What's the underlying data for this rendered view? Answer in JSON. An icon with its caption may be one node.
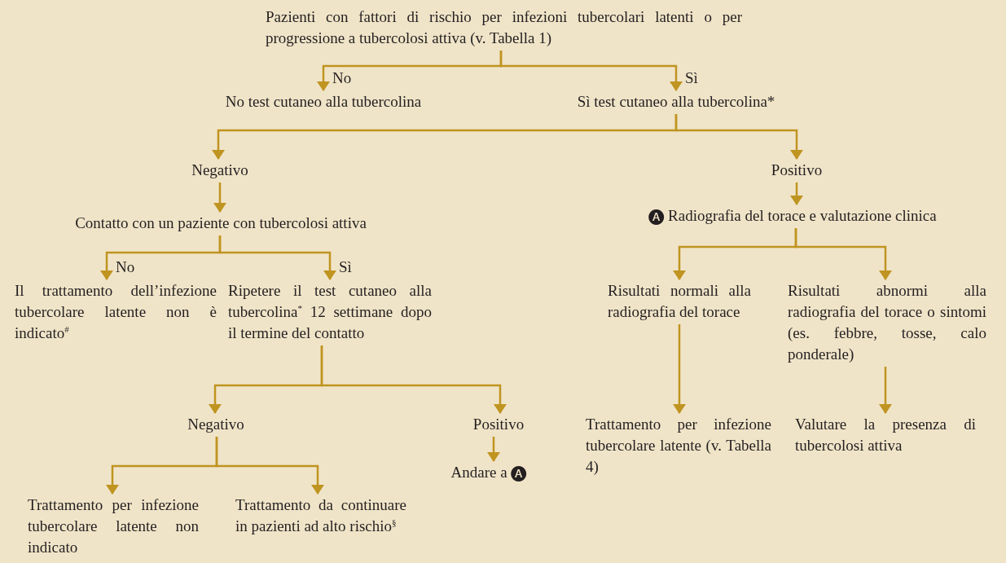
{
  "diagram": {
    "nodes": [
      {
        "text": [
          "Pazienti con fattori di rischio per infezioni tubercolari latenti o per progressione a tubercolosi attiva (v. Tabella 1)"
        ]
      },
      {
        "text": [
          "No test cutaneo alla tubercolina"
        ]
      },
      {
        "text": [
          "Sì test cutaneo alla tubercolina*"
        ]
      },
      {
        "text": [
          "Negativo"
        ]
      },
      {
        "text": [
          "Positivo"
        ]
      },
      {
        "text": [
          "Contatto con un paziente con tubercolosi attiva"
        ]
      },
      {
        "text": [
          "🅐 Radiografia del torace e valutazione clinica"
        ]
      },
      {
        "text": [
          "Il trattamento dell’infezione tubercolare latente non è indicato$^{#}$"
        ]
      },
      {
        "text": [
          "Ripetere il test cutaneo alla tubercolina$^{*}$ 12 settimane dopo il termine del contatto"
        ]
      },
      {
        "text": [
          "Risultati normali alla radiografia del torace"
        ]
      },
      {
        "text": [
          "Risultati abnormi alla radiografia del torace o sintomi (es. febbre, tosse, calo ponderale)"
        ]
      },
      {
        "text": [
          "Negativo"
        ]
      },
      {
        "text": [
          "Positivo"
        ]
      },
      {
        "text": [
          "Trattamento per infezione tubercolare latente (v. Tabella 4)"
        ]
      },
      {
        "text": [
          "Valutare la presenza di tubercolosi attiva"
        ]
      },
      {
        "text": [
          "Andare a 🅐"
        ]
      },
      {
        "text": [
          "Trattamento per infezione tubercolare latente non indicato"
        ]
      },
      {
        "text": [
          "Trattamento da continuare in pazienti ad alto rischio$^{§}$"
        ]
      }
    ],
    "edges": [
      {
        "from": 0,
        "to": 1,
        "arrow": "to",
        "label": "No"
      },
      {
        "from": 0,
        "to": 2,
        "arrow": "to",
        "label": "Sì"
      },
      {
        "from": 2,
        "to": 3,
        "arrow": "to"
      },
      {
        "from": 2,
        "to": 4,
        "arrow": "to"
      },
      {
        "from": 3,
        "to": 5,
        "arrow": "to"
      },
      {
        "from": 4,
        "to": 6,
        "arrow": "to"
      },
      {
        "from": 5,
        "to": 7,
        "arrow": "to",
        "label": "No"
      },
      {
        "from": 5,
        "to": 8,
        "arrow": "to",
        "label": "Sì"
      },
      {
        "from": 6,
        "to": 9,
        "arrow": "to"
      },
      {
        "from": 6,
        "to": 10,
        "arrow": "to"
      },
      {
        "from": 8,
        "to": 11,
        "arrow": "to"
      },
      {
        "from": 8,
        "to": 12,
        "arrow": "to"
      },
      {
        "from": 9,
        "to": 13,
        "arrow": "to"
      },
      {
        "from": 10,
        "to": 14,
        "arrow": "to"
      },
      {
        "from": 12,
        "to": 15,
        "arrow": "to"
      },
      {
        "from": 11,
        "to": 16,
        "arrow": "to"
      },
      {
        "from": 11,
        "to": 17,
        "arrow": "to"
      }
    ]
  }
}
